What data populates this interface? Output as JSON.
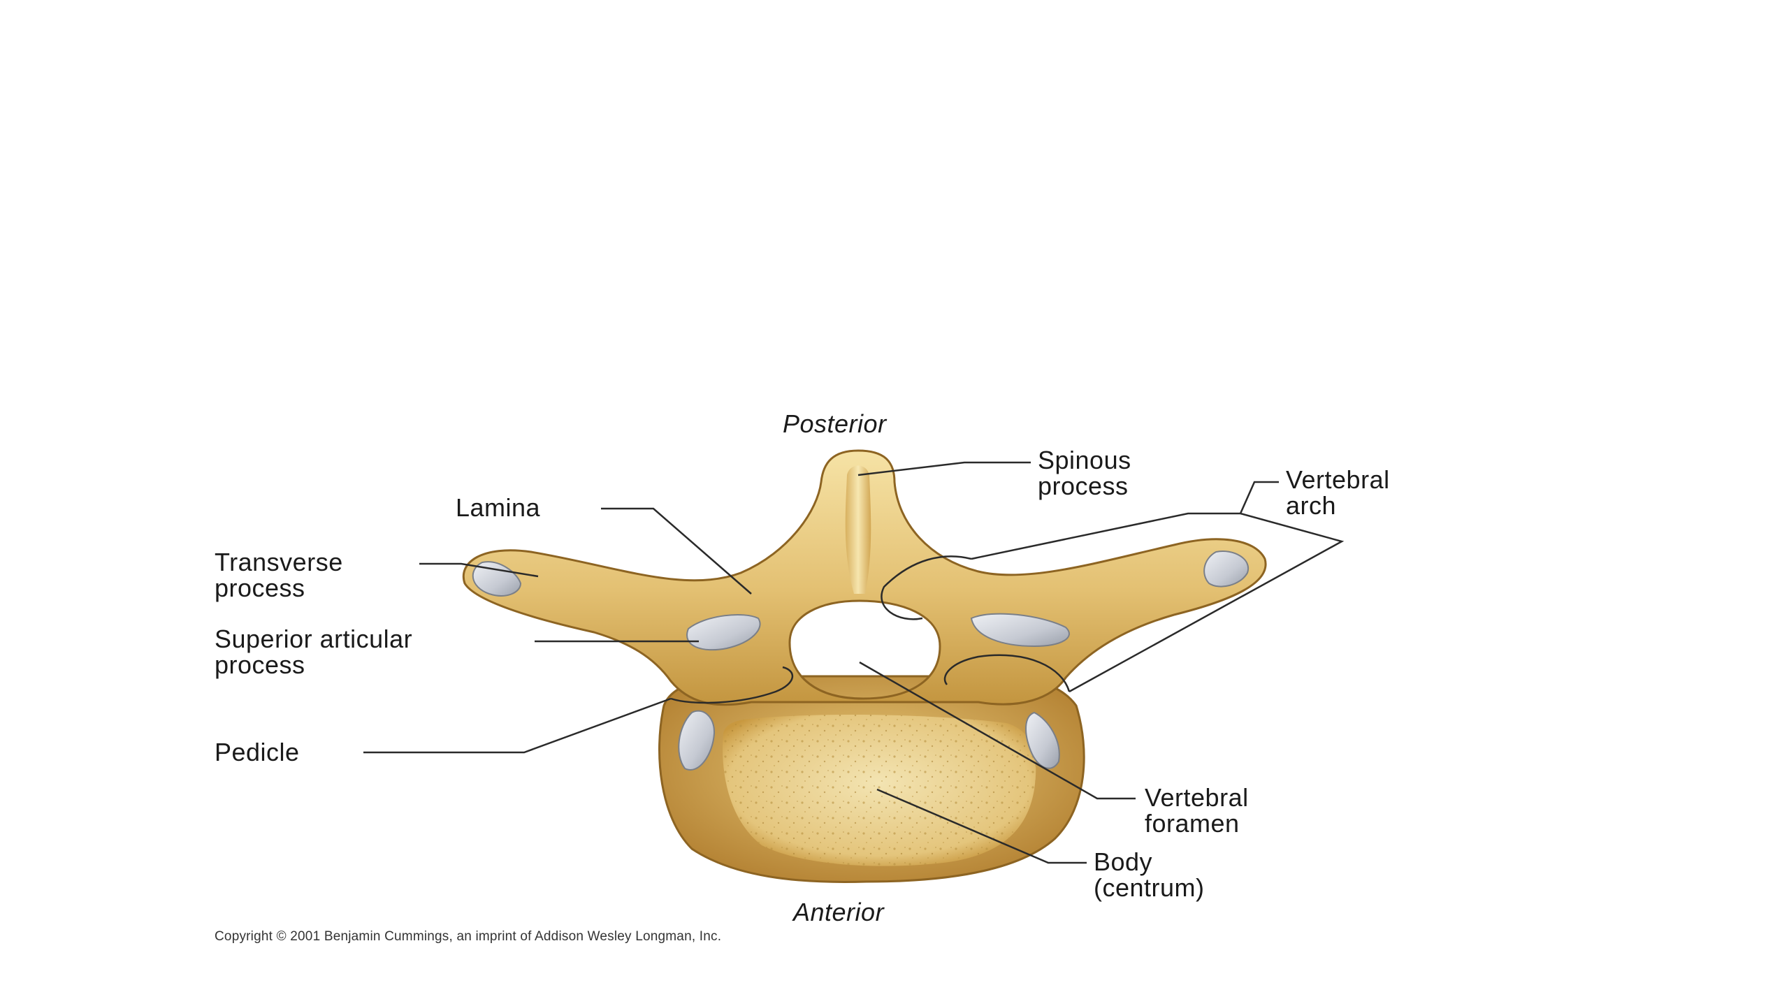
{
  "orientation": {
    "top": "Posterior",
    "bottom": "Anterior"
  },
  "labels": {
    "spinous_process": [
      "Spinous",
      "process"
    ],
    "vertebral_arch": [
      "Vertebral",
      "arch"
    ],
    "lamina": "Lamina",
    "transverse_process": [
      "Transverse",
      "process"
    ],
    "superior_articular_process": [
      "Superior articular",
      "process"
    ],
    "pedicle": "Pedicle",
    "vertebral_foramen": [
      "Vertebral",
      "foramen"
    ],
    "body": [
      "Body",
      "(centrum)"
    ]
  },
  "copyright": "Copyright © 2001 Benjamin Cummings, an imprint of Addison Wesley Longman, Inc.",
  "colors": {
    "bone_light": "#f3dfa0",
    "bone_mid": "#dcb45e",
    "bone_dark": "#b98a36",
    "cartilage": "#c9cdd6",
    "body_fill": "#efdba0",
    "leader_line": "#2a2a2a"
  }
}
